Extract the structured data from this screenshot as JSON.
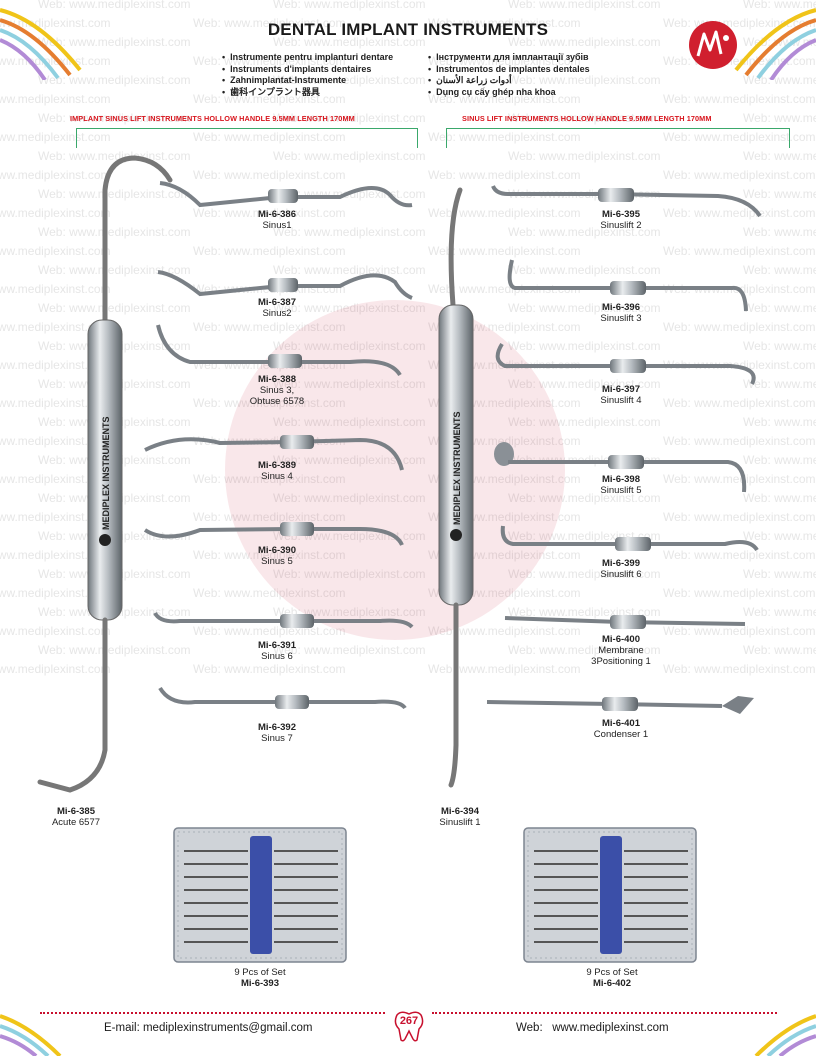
{
  "page": {
    "title": "DENTAL IMPLANT INSTRUMENTS",
    "page_number": "267"
  },
  "watermark": {
    "label": "Web:",
    "url": "www.mediplexinst.com"
  },
  "languages": {
    "left": [
      "Instrumente pentru implanturi dentare",
      "Instruments d'implants dentaires",
      "Zahnimplantat-Instrumente",
      "歯科インプラント器具"
    ],
    "right": [
      "Інструменти для імплантації зубів",
      "Instrumentos de implantes dentales",
      "أدوات زراعة الأسنان",
      "Dụng cụ cấy ghép nha khoa"
    ]
  },
  "sections": {
    "left_title": "IMPLANT SINUS LIFT INSTRUMENTS HOLLOW HANDLE 9.5MM LENGTH 170MM",
    "right_title": "SINUS LIFT INSTRUMENTS HOLLOW HANDLE 9.5MM LENGTH 170MM"
  },
  "handle_brand": "MEDIPLEX INSTRUMENTS",
  "products": [
    {
      "code": "Mi-6-385",
      "name": "Acute 6577"
    },
    {
      "code": "Mi-6-386",
      "name": "Sinus1"
    },
    {
      "code": "Mi-6-387",
      "name": "Sinus2"
    },
    {
      "code": "Mi-6-388",
      "name": "Sinus 3,",
      "name2": "Obtuse 6578"
    },
    {
      "code": "Mi-6-389",
      "name": "Sinus 4"
    },
    {
      "code": "Mi-6-390",
      "name": "Sinus 5"
    },
    {
      "code": "Mi-6-391",
      "name": "Sinus 6"
    },
    {
      "code": "Mi-6-392",
      "name": "Sinus 7"
    },
    {
      "code": "Mi-6-393",
      "name": "9 Pcs of Set"
    },
    {
      "code": "Mi-6-394",
      "name": "Sinuslift 1"
    },
    {
      "code": "Mi-6-395",
      "name": "Sinuslift 2"
    },
    {
      "code": "Mi-6-396",
      "name": "Sinuslift 3"
    },
    {
      "code": "Mi-6-397",
      "name": "Sinuslift 4"
    },
    {
      "code": "Mi-6-398",
      "name": "Sinuslift 5"
    },
    {
      "code": "Mi-6-399",
      "name": "Sinuslift 6"
    },
    {
      "code": "Mi-6-400",
      "name": "Membrane",
      "name2": "3Positioning 1"
    },
    {
      "code": "Mi-6-401",
      "name": "Condenser 1"
    },
    {
      "code": "Mi-6-402",
      "name": "9 Pcs of Set"
    }
  ],
  "footer": {
    "email": "E-mail: mediplexinstruments@gmail.com",
    "web_label": "Web:",
    "web_url": "www.mediplexinst.com"
  },
  "colors": {
    "accent_red": "#c8102e",
    "section_red": "#d8141c",
    "bracket_green": "#3aa86b",
    "tray_blue": "#3b4fa8"
  }
}
